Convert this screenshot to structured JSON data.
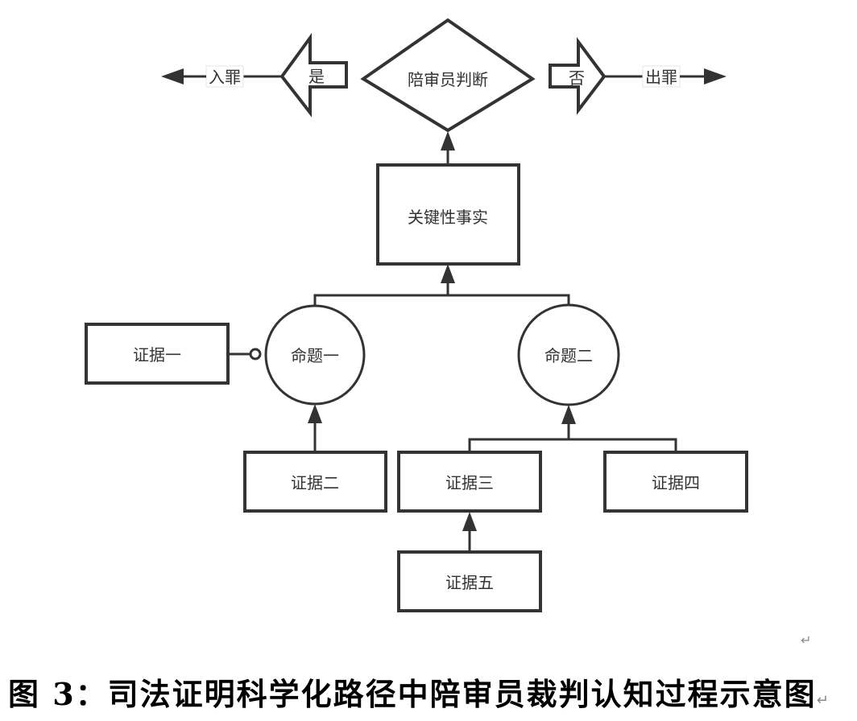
{
  "diagram": {
    "decision": {
      "label": "陪审员判断"
    },
    "yes_branch": {
      "arrow_label": "是",
      "outcome_label": "入罪"
    },
    "no_branch": {
      "arrow_label": "否",
      "outcome_label": "出罪"
    },
    "key_fact": {
      "label": "关键性事实"
    },
    "propositions": [
      {
        "label": "命题一"
      },
      {
        "label": "命题二"
      }
    ],
    "evidence": [
      {
        "label": "证据一"
      },
      {
        "label": "证据二"
      },
      {
        "label": "证据三"
      },
      {
        "label": "证据四"
      },
      {
        "label": "证据五"
      }
    ],
    "relations": [
      {
        "from": "证据一",
        "to": "命题一",
        "type": "challenges"
      },
      {
        "from": "证据二",
        "to": "命题一",
        "type": "supports"
      },
      {
        "from": "证据三",
        "to": "命题二",
        "type": "supports"
      },
      {
        "from": "证据四",
        "to": "命题二",
        "type": "supports"
      },
      {
        "from": "证据五",
        "to": "证据三",
        "type": "supports"
      },
      {
        "from": "命题一",
        "to": "关键性事实",
        "type": "supports"
      },
      {
        "from": "命题二",
        "to": "关键性事实",
        "type": "supports"
      },
      {
        "from": "关键性事实",
        "to": "陪审员判断",
        "type": "supports"
      }
    ],
    "colors": {
      "stroke": "#333333",
      "text": "#333333",
      "background": "#ffffff"
    }
  },
  "caption": {
    "text": "图 3：司法证明科学化路径中陪审员裁判认知过程示意图"
  },
  "paragraph_mark": "↵"
}
